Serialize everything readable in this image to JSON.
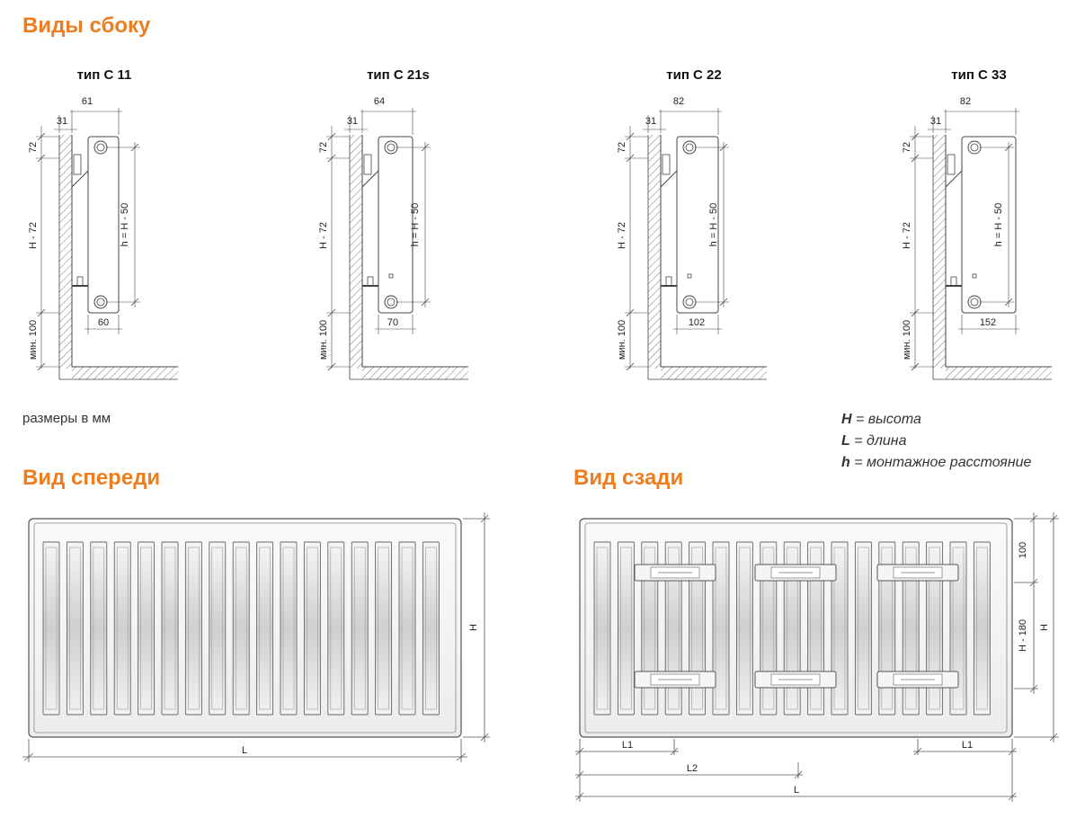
{
  "headings": {
    "side": "Виды сбоку",
    "front": "Вид спереди",
    "back": "Вид сзади"
  },
  "units_note": "размеры в мм",
  "legend": [
    {
      "symbol": "H",
      "text": " = высота"
    },
    {
      "symbol": "L",
      "text": " = длина"
    },
    {
      "symbol": "h",
      "text": " = монтажное расстояние"
    }
  ],
  "side_views": [
    {
      "type": "тип С 11",
      "top_dim": "61",
      "wall_dim": "31",
      "bottom_dim": "60"
    },
    {
      "type": "тип С 21s",
      "top_dim": "64",
      "wall_dim": "31",
      "bottom_dim": "70"
    },
    {
      "type": "тип С 22",
      "top_dim": "82",
      "wall_dim": "31",
      "bottom_dim": "102"
    },
    {
      "type": "тип С 33",
      "top_dim": "82",
      "wall_dim": "31",
      "bottom_dim": "152"
    }
  ],
  "side_labels": {
    "top_gap": "72",
    "height": "H - 72",
    "floor_gap": "мин. 100",
    "mount": "h = H - 50"
  },
  "front_view": {
    "width_label": "L",
    "height_label": "H"
  },
  "back_view": {
    "width_label": "L",
    "height_label": "H",
    "top_offset": "100",
    "bracket_span": "H - 180",
    "l1_left": "L1",
    "l1_right": "L1",
    "l2": "L2"
  }
}
